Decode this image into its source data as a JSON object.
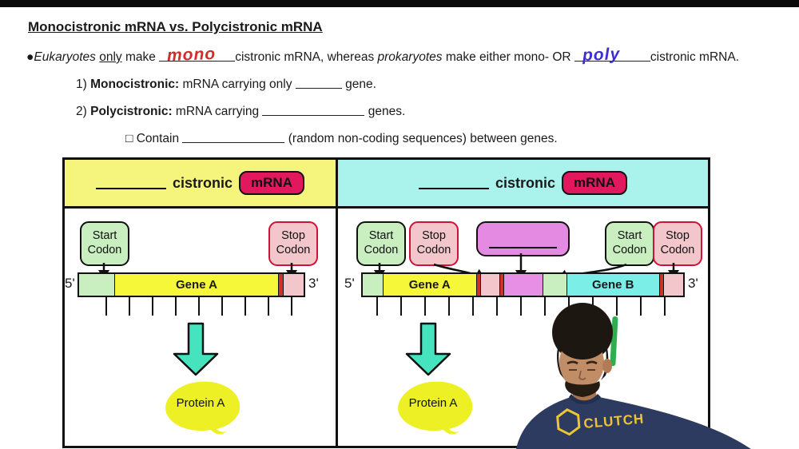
{
  "title": "Monocistronic mRNA vs. Polycistronic mRNA",
  "notes": {
    "bullet_marker": "●",
    "eukaryotes": "Eukaryotes",
    "only": "only",
    "make": "make",
    "mono_answer": "mono",
    "after_mono": "cistronic mRNA, whereas",
    "prokaryotes": "prokaryotes",
    "after_prokaryotes": "make either mono- OR",
    "poly_answer": "poly",
    "after_poly": "cistronic mRNA.",
    "item1_number": "1)",
    "item1_term": "Monocistronic:",
    "item1_text": "mRNA carrying only",
    "item1_tail": "gene.",
    "item2_number": "2)",
    "item2_term": "Polycistronic:",
    "item2_text": "mRNA carrying",
    "item2_tail": "genes.",
    "sub_marker": "□",
    "sub_text": "Contain",
    "sub_tail": "(random non-coding sequences) between genes."
  },
  "comparison": {
    "left_header": {
      "suffix": "cistronic",
      "badge": "mRNA"
    },
    "right_header": {
      "suffix": "cistronic",
      "badge": "mRNA"
    },
    "labels": {
      "start_codon": "Start Codon",
      "stop_codon": "Stop Codon",
      "five_prime": "5'",
      "three_prime": "3'",
      "gene_a": "Gene A",
      "gene_b": "Gene B",
      "protein_a": "Protein A"
    },
    "colors": {
      "header_left_bg": "#f5f57d",
      "header_right_bg": "#aaf2ec",
      "badge_bg": "#e2185e",
      "start_codon_bg": "#c9efc0",
      "stop_codon_bg": "#f2c6ca",
      "stop_codon_border": "#cf1237",
      "gene_a_bg": "#f7f73a",
      "gene_b_bg": "#7beee8",
      "spacer_bg": "#e78fe4",
      "separator_red": "#d03028",
      "big_arrow": "#46e4be",
      "protein_bg": "#edf024"
    }
  },
  "person": {
    "shirt_text": "CLUTCH"
  }
}
